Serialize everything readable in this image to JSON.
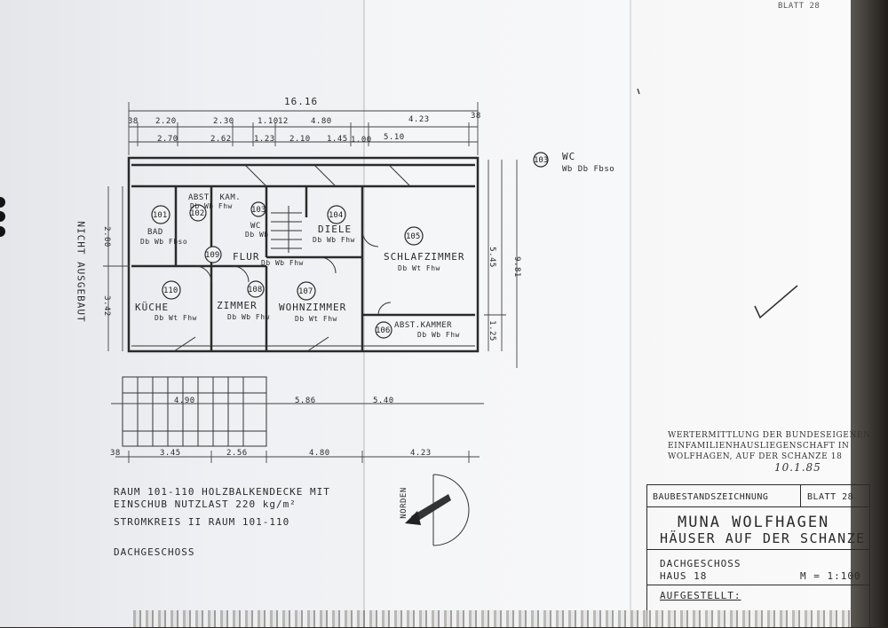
{
  "sheet_number_top": "BLATT 28",
  "dims_top": {
    "overall": "16.16",
    "row1": [
      "38",
      "2.20",
      "2.30",
      "1.10",
      "12",
      "4.80",
      "4.23",
      "38"
    ],
    "row2": [
      "2.70",
      "2.62",
      "1.23",
      "2.10",
      "1.45",
      "1.00",
      "5.10"
    ]
  },
  "dims_bottom": {
    "row1": [
      "4.90",
      "5.86",
      "5.40"
    ],
    "row2": [
      "38",
      "3.45",
      "2.56",
      "4.80",
      "4.23"
    ]
  },
  "dims_left": [
    "2.00",
    "3.42"
  ],
  "dims_right": [
    "5.45",
    "1.25",
    "9.81"
  ],
  "rooms": [
    {
      "num": "101",
      "name": "BAD",
      "values": "Db Wb Fbso"
    },
    {
      "num": "102",
      "name": "ABST. KAM.",
      "values": "Db Wb Fhw"
    },
    {
      "num": "103",
      "name": "WC",
      "values": "Db Wb"
    },
    {
      "num": "104",
      "name": "DIELE",
      "values": "Db Wb Fhw"
    },
    {
      "num": "105",
      "name": "SCHLAFZIMMER",
      "values": "Db Wt Fhw"
    },
    {
      "num": "106",
      "name": "ABST.KAMMER",
      "values": "Db Wb Fhw"
    },
    {
      "num": "107",
      "name": "WOHNZIMMER",
      "values": "Db Wt Fhw"
    },
    {
      "num": "108",
      "name": "ZIMMER",
      "values": "Db Wb Fhw"
    },
    {
      "num": "109",
      "name": "FLUR",
      "values": "Db Wb Fhw"
    },
    {
      "num": "110",
      "name": "KÜCHE",
      "values": "Db Wt Fhw"
    }
  ],
  "wc_note": {
    "num": "103",
    "line1": "WC",
    "line2": "Wb Db Fbso"
  },
  "side_note": "NICHT AUSGEBAUT",
  "notes": {
    "line1": "RAUM 101-110 HOLZBALKENDECKE MIT",
    "line2": "EINSCHUB NUTZLAST 220 kg/m²",
    "line3": "STROMKREIS II RAUM 101-110",
    "floor": "DACHGESCHOSS"
  },
  "north_label": "NORDEN",
  "stamp": {
    "line1": "WERTERMITTLUNG DER BUNDESEIGENEN",
    "line2": "EINFAMILIENHAUSLIEGENSCHAFT IN",
    "line3": "WOLFHAGEN, AUF DER SCHANZE 18",
    "date": "10.1.85"
  },
  "title_block": {
    "type": "BAUBESTANDSZEICHNUNG",
    "sheet": "BLATT 28",
    "project1": "MUNA WOLFHAGEN",
    "project2": "HÄUSER AUF DER SCHANZE",
    "floor": "DACHGESCHOSS",
    "house": "HAUS 18",
    "scale": "M = 1:100",
    "footer": "AUFGESTELLT:"
  }
}
